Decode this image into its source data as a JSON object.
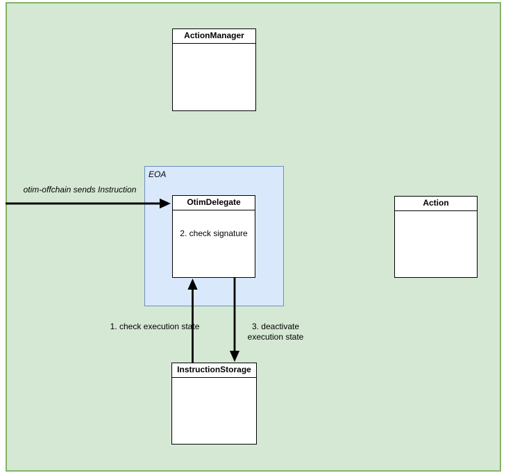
{
  "diagram": {
    "colors": {
      "canvas_fill": "#d5e8d4",
      "canvas_border": "#82b366",
      "group_fill": "#dae8fc",
      "group_border": "#6c8ebf",
      "node_fill": "#ffffff",
      "node_border": "#000000",
      "arrow": "#000000"
    },
    "group": {
      "label": "EOA"
    },
    "nodes": {
      "action_manager": {
        "title": "ActionManager"
      },
      "otim_delegate": {
        "title": "OtimDelegate",
        "body": "2. check signature"
      },
      "action": {
        "title": "Action"
      },
      "instruction_storage": {
        "title": "InstructionStorage"
      }
    },
    "edges": {
      "offchain_send": {
        "label": "otim-offchain sends Instruction"
      },
      "check_execution_state": {
        "label": "1. check execution state"
      },
      "deactivate_execution_state": {
        "label": "3. deactivate execution state"
      }
    }
  }
}
